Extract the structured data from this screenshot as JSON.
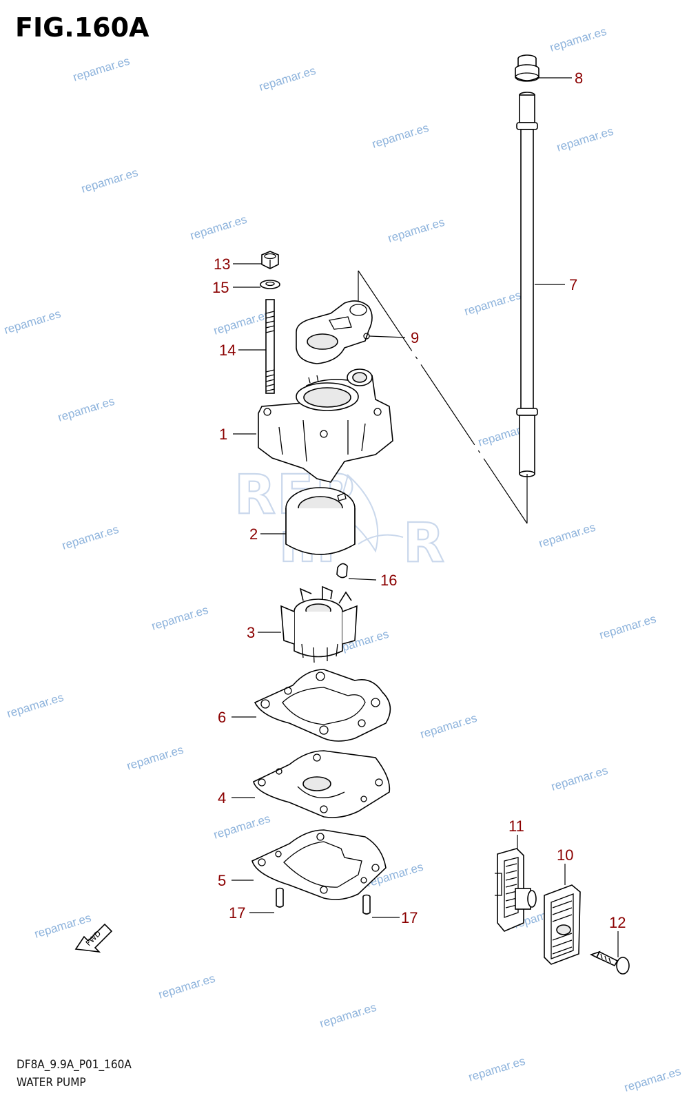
{
  "figure": {
    "title": "FIG.160A",
    "code": "DF8A_9.9A_P01_160A",
    "name": "WATER PUMP"
  },
  "callouts": [
    {
      "id": "p13",
      "label": "13"
    },
    {
      "id": "p15",
      "label": "15"
    },
    {
      "id": "p14",
      "label": "14"
    },
    {
      "id": "p1",
      "label": "1"
    },
    {
      "id": "p2",
      "label": "2"
    },
    {
      "id": "p16",
      "label": "16"
    },
    {
      "id": "p3",
      "label": "3"
    },
    {
      "id": "p6",
      "label": "6"
    },
    {
      "id": "p4",
      "label": "4"
    },
    {
      "id": "p5",
      "label": "5"
    },
    {
      "id": "p17a",
      "label": "17"
    },
    {
      "id": "p17b",
      "label": "17"
    },
    {
      "id": "p9",
      "label": "9"
    },
    {
      "id": "p8",
      "label": "8"
    },
    {
      "id": "p7",
      "label": "7"
    },
    {
      "id": "p11",
      "label": "11"
    },
    {
      "id": "p10",
      "label": "10"
    },
    {
      "id": "p12",
      "label": "12"
    }
  ],
  "fwd_label": "FWD",
  "logo_text": "REPMAR",
  "watermark": "repamar.es",
  "colors": {
    "callout": "#8b0000",
    "watermark": "#7aa6d6",
    "logo": "#9fb9dd"
  }
}
